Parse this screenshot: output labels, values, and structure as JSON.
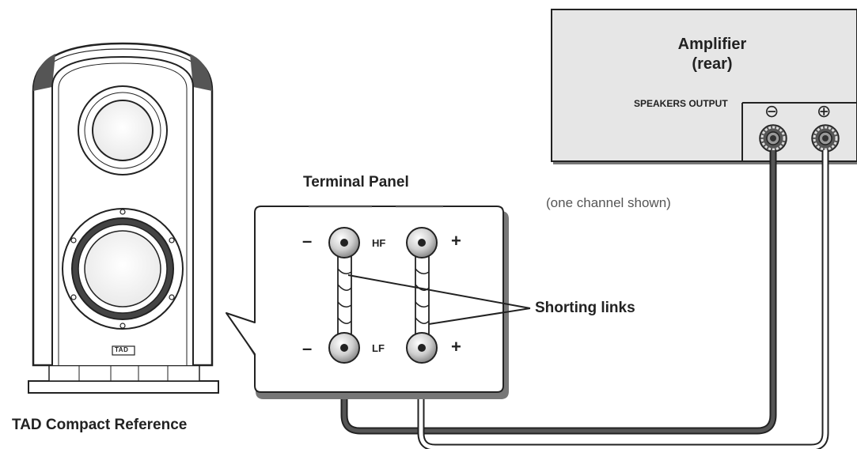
{
  "amplifier": {
    "title_line1": "Amplifier",
    "title_line2": "(rear)",
    "speakers_output_label": "SPEAKERS OUTPUT",
    "negative_symbol": "⊖",
    "positive_symbol": "⊕"
  },
  "note": "(one channel shown)",
  "terminal_panel": {
    "title": "Terminal Panel",
    "hf_label": "HF",
    "lf_label": "LF",
    "minus_sign": "–",
    "plus_sign": "+"
  },
  "shorting_links_label": "Shorting links",
  "speaker": {
    "name": "TAD Compact Reference",
    "badge": "TAD"
  },
  "colors": {
    "amp_fill": "#e6e6e6",
    "cable_dark": "#444444",
    "cable_light": "#ffffff",
    "outline": "#222222"
  }
}
